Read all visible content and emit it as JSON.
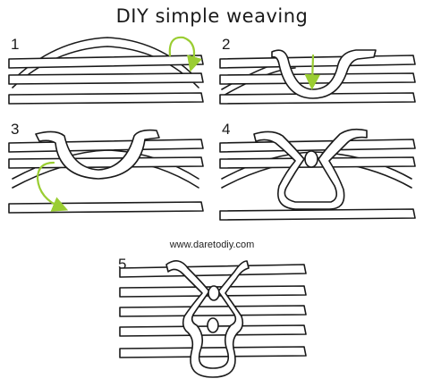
{
  "title": "DIY simple weaving",
  "steps": [
    {
      "label": "1"
    },
    {
      "label": "2"
    },
    {
      "label": "3"
    },
    {
      "label": "4"
    },
    {
      "label": "5"
    }
  ],
  "website": "www.daretodiy.com",
  "colors": {
    "ink": "#1a1a1a",
    "arrow": "#9acd32",
    "background": "#ffffff"
  }
}
